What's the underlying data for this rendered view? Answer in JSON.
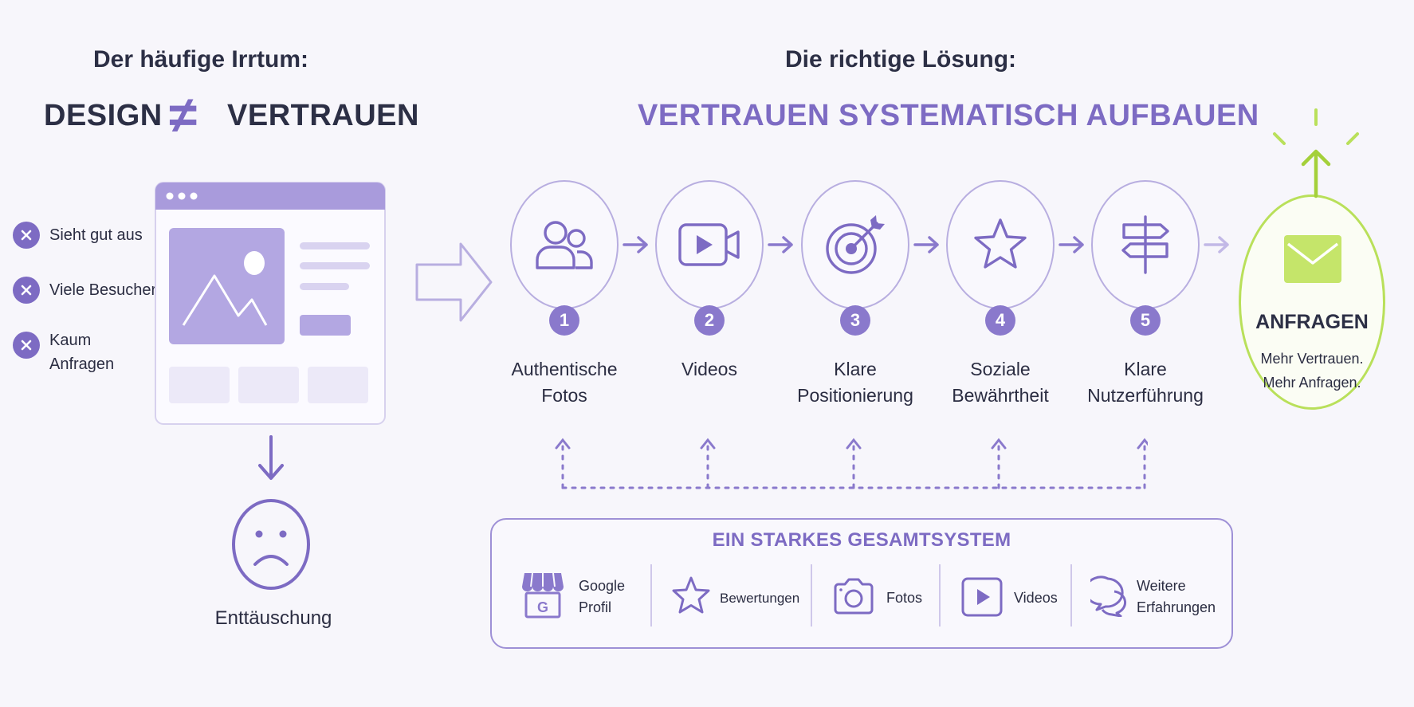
{
  "left": {
    "heading": "Der häufige Irrtum:",
    "design_word": "DESIGN",
    "neq_symbol": "≠",
    "trust_word": "VERTRAUEN",
    "misconceptions": [
      {
        "label": "Sieht gut aus"
      },
      {
        "label": "Viele Besucher"
      },
      {
        "label_line1": "Kaum",
        "label_line2": "Anfragen"
      }
    ],
    "result_label": "Enttäuschung"
  },
  "right": {
    "heading": "Die richtige Lösung:",
    "title": "VERTRAUEN SYSTEMATISCH AUFBAUEN",
    "steps": [
      {
        "number": "1",
        "line1": "Authentische",
        "line2": "Fotos",
        "icon": "users-icon"
      },
      {
        "number": "2",
        "line1": "Videos",
        "line2": "",
        "icon": "video-camera-icon"
      },
      {
        "number": "3",
        "line1": "Klare",
        "line2": "Positionierung",
        "icon": "target-icon"
      },
      {
        "number": "4",
        "line1": "Soziale",
        "line2": "Bewährtheit",
        "icon": "star-icon"
      },
      {
        "number": "5",
        "line1": "Klare",
        "line2": "Nutzerführung",
        "icon": "signpost-icon"
      }
    ],
    "final": {
      "title": "ANFRAGEN",
      "line1": "Mehr Vertrauen.",
      "line2": "Mehr Anfragen.",
      "icon": "envelope-icon"
    },
    "system": {
      "title": "EIN STARKES GESAMTSYSTEM",
      "items": [
        {
          "line1": "Google",
          "line2": "Profil",
          "icon": "google-store-icon"
        },
        {
          "line1": "Bewertungen",
          "line2": "",
          "icon": "star-outline-icon"
        },
        {
          "line1": "Fotos",
          "line2": "",
          "icon": "camera-icon"
        },
        {
          "line1": "Videos",
          "line2": "",
          "icon": "play-icon"
        },
        {
          "line1": "Weitere",
          "line2": "Erfahrungen",
          "icon": "chat-bubbles-icon"
        }
      ]
    }
  },
  "colors": {
    "purple": "#7d6bc3",
    "light_purple": "#b8aee0",
    "lime": "#b9e05a",
    "dark_text": "#2c2f45",
    "background": "#f7f6fb"
  }
}
